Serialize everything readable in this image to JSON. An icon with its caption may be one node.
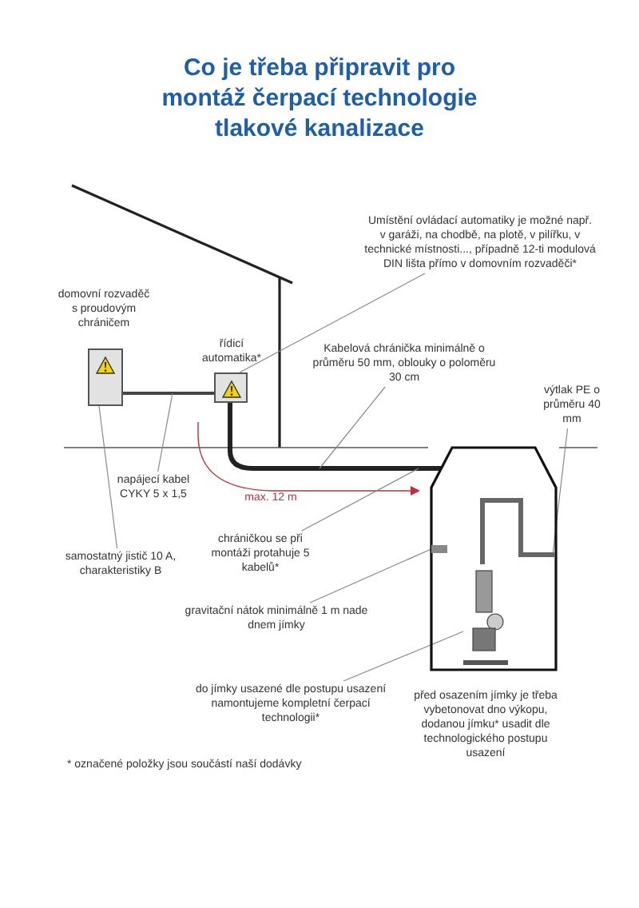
{
  "diagram": {
    "title": "Co je třeba připravit pro montáž čerpací technologie tlakové kanalizace",
    "nodes": [
      {
        "text": [
          "Umístění ovládací automatiky je možné např. v garáži, na chodbě, na plotě, v pilířku, v technické místnosti..., případně 12-ti modulová DIN lišta přímo v domovním rozvaděči*"
        ]
      },
      {
        "text": [
          "domovní rozvaděč s proudovým chráničem"
        ]
      },
      {
        "text": [
          "řídicí automatika*"
        ]
      },
      {
        "text": [
          "Kabelová chránička minimálně o průměru 50 mm, oblouky o poloměru 30 cm"
        ]
      },
      {
        "text": [
          "výtlak PE o průměru 40 mm"
        ]
      },
      {
        "text": [],
        "shape": "cable"
      },
      {
        "text": [],
        "shape": "pipe"
      },
      {
        "text": [],
        "shape": "tank"
      },
      {
        "text": [],
        "shape": "pipe",
        "in": 7
      },
      {
        "text": [],
        "shape": "pipe",
        "in": 7
      },
      {
        "text": [],
        "shape": "pump",
        "in": 7
      },
      {
        "text": [
          "napájecí kabel CYKY 5 x 1,5"
        ]
      },
      {
        "text": [
          "samostatný jistič 10 A, charakteristiky B"
        ]
      },
      {
        "text": [
          "chráničkou se při montáži protahuje 5 kabelů*"
        ]
      },
      {
        "text": [
          "gravitační nátok minimálně 1 m nade dnem jímky"
        ]
      },
      {
        "text": [
          "do jímky usazené dle postupu usazení namontujeme kompletní čerpací technologii*"
        ]
      }
    ],
    "edges": [
      {
        "from": 0,
        "to": 2,
        "arrow": "none"
      },
      {
        "from": 3,
        "to": 6,
        "arrow": "none"
      },
      {
        "from": 4,
        "to": 8,
        "arrow": "none"
      },
      {
        "from": 11,
        "to": 5,
        "arrow": "none"
      },
      {
        "from": 12,
        "to": 1,
        "arrow": "none"
      },
      {
        "from": 13,
        "to": 6,
        "arrow": "none"
      },
      {
        "from": 14,
        "to": 9,
        "arrow": "none"
      },
      {
        "from": 15,
        "to": 10,
        "arrow": "none"
      }
    ],
    "labels": [
      "max. 12 m",
      "před osazením jímky je třeba vybetonovat dno výkopu, dodanou jímku* usadit dle technologického postupu usazení",
      "* označené položky jsou součástí naší dodávky"
    ]
  }
}
